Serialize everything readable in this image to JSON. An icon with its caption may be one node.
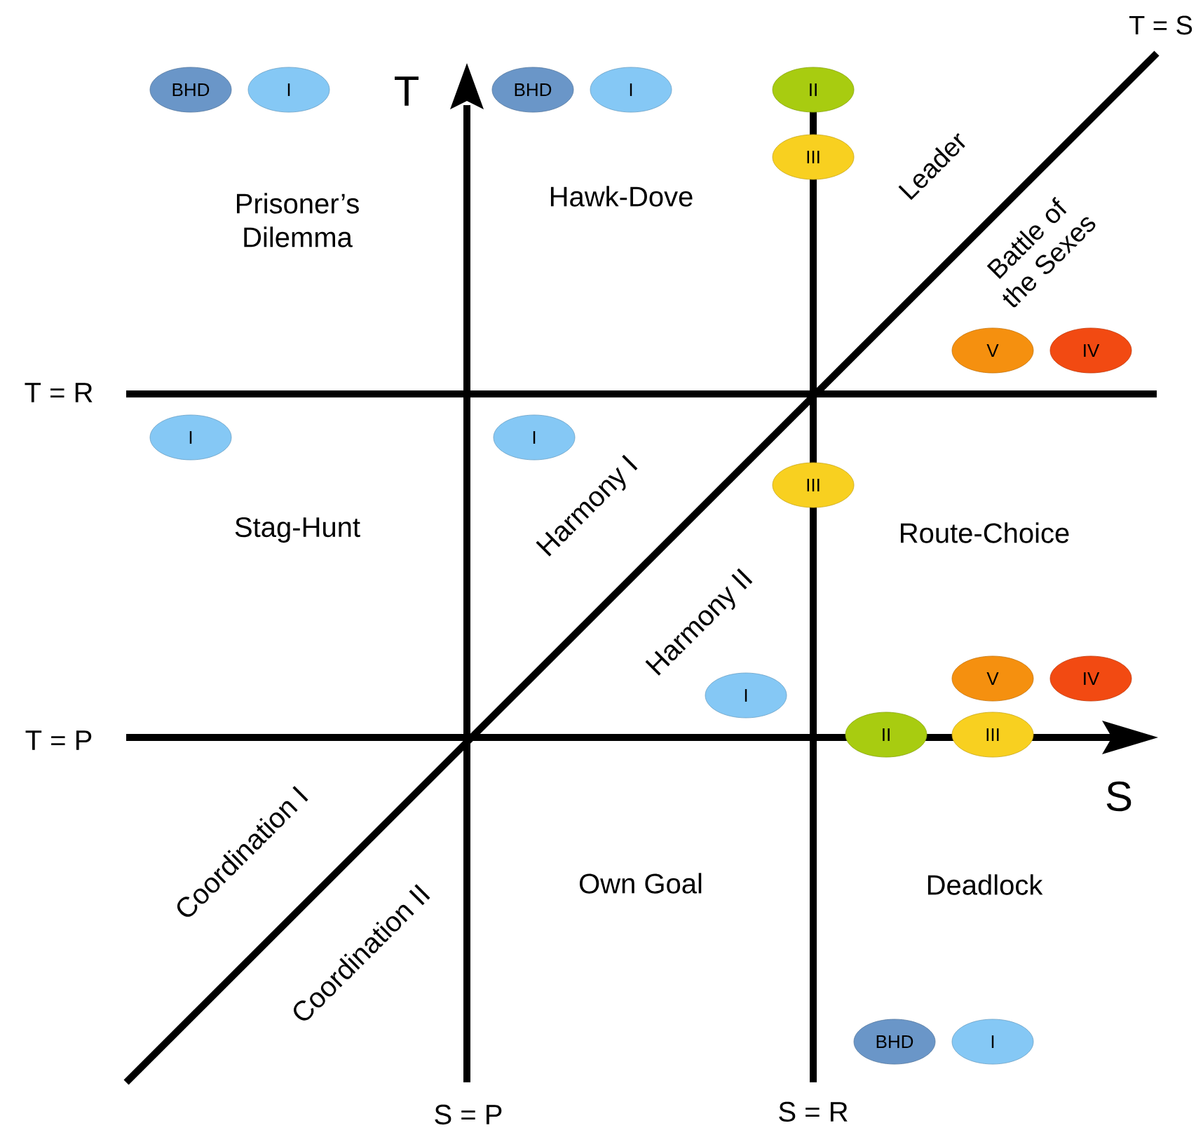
{
  "diagram": {
    "nodes": [
      {
        "text": [
          "BHD"
        ]
      },
      {
        "text": [
          "I"
        ]
      },
      {
        "text": [
          "BHD"
        ]
      },
      {
        "text": [
          "I"
        ]
      },
      {
        "text": [
          "II"
        ]
      },
      {
        "text": [
          "III"
        ]
      },
      {
        "text": [
          "V"
        ]
      },
      {
        "text": [
          "IV"
        ]
      },
      {
        "text": [
          "I"
        ]
      },
      {
        "text": [
          "I"
        ]
      },
      {
        "text": [
          "III"
        ]
      },
      {
        "text": [
          "V"
        ]
      },
      {
        "text": [
          "IV"
        ]
      },
      {
        "text": [
          "I"
        ]
      },
      {
        "text": [
          "II"
        ]
      },
      {
        "text": [
          "III"
        ]
      },
      {
        "text": [
          "BHD"
        ]
      },
      {
        "text": [
          "I"
        ]
      }
    ],
    "labels": [
      "T",
      "T = S",
      "Prisoner’s Dilemma",
      "Hawk-Dove",
      "Leader",
      "Battle of the Sexes",
      "T = R",
      "Stag-Hunt",
      "Harmony I",
      "Route-Choice",
      "Harmony II",
      "T = P",
      "S",
      "Coordination I",
      "Own Goal",
      "Deadlock",
      "Coordination II",
      "S = P",
      "S = R"
    ]
  }
}
